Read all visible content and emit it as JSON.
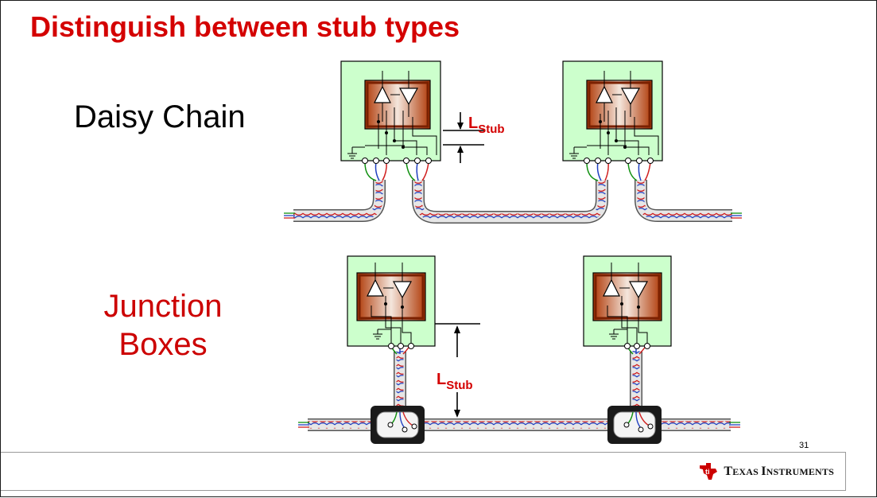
{
  "slide": {
    "title": "Distinguish between stub types",
    "page_number": "31"
  },
  "sections": {
    "daisy_chain": {
      "label": "Daisy Chain",
      "stub_main": "L",
      "stub_sub": "Stub"
    },
    "junction_boxes": {
      "label_line1": "Junction",
      "label_line2": "Boxes",
      "stub_main": "L",
      "stub_sub": "Stub"
    }
  },
  "footer": {
    "logo_text_1": "T",
    "logo_text_2": "EXAS ",
    "logo_text_3": "I",
    "logo_text_4": "NSTRUMENTS"
  },
  "colors": {
    "title": "#d40000",
    "node_fill": "#ccffcc",
    "chip_dark": "#b84010",
    "cable_gray": "#c8c8c8",
    "wire_blue": "#2040c0",
    "wire_red": "#d02020",
    "wire_green": "#109010"
  }
}
